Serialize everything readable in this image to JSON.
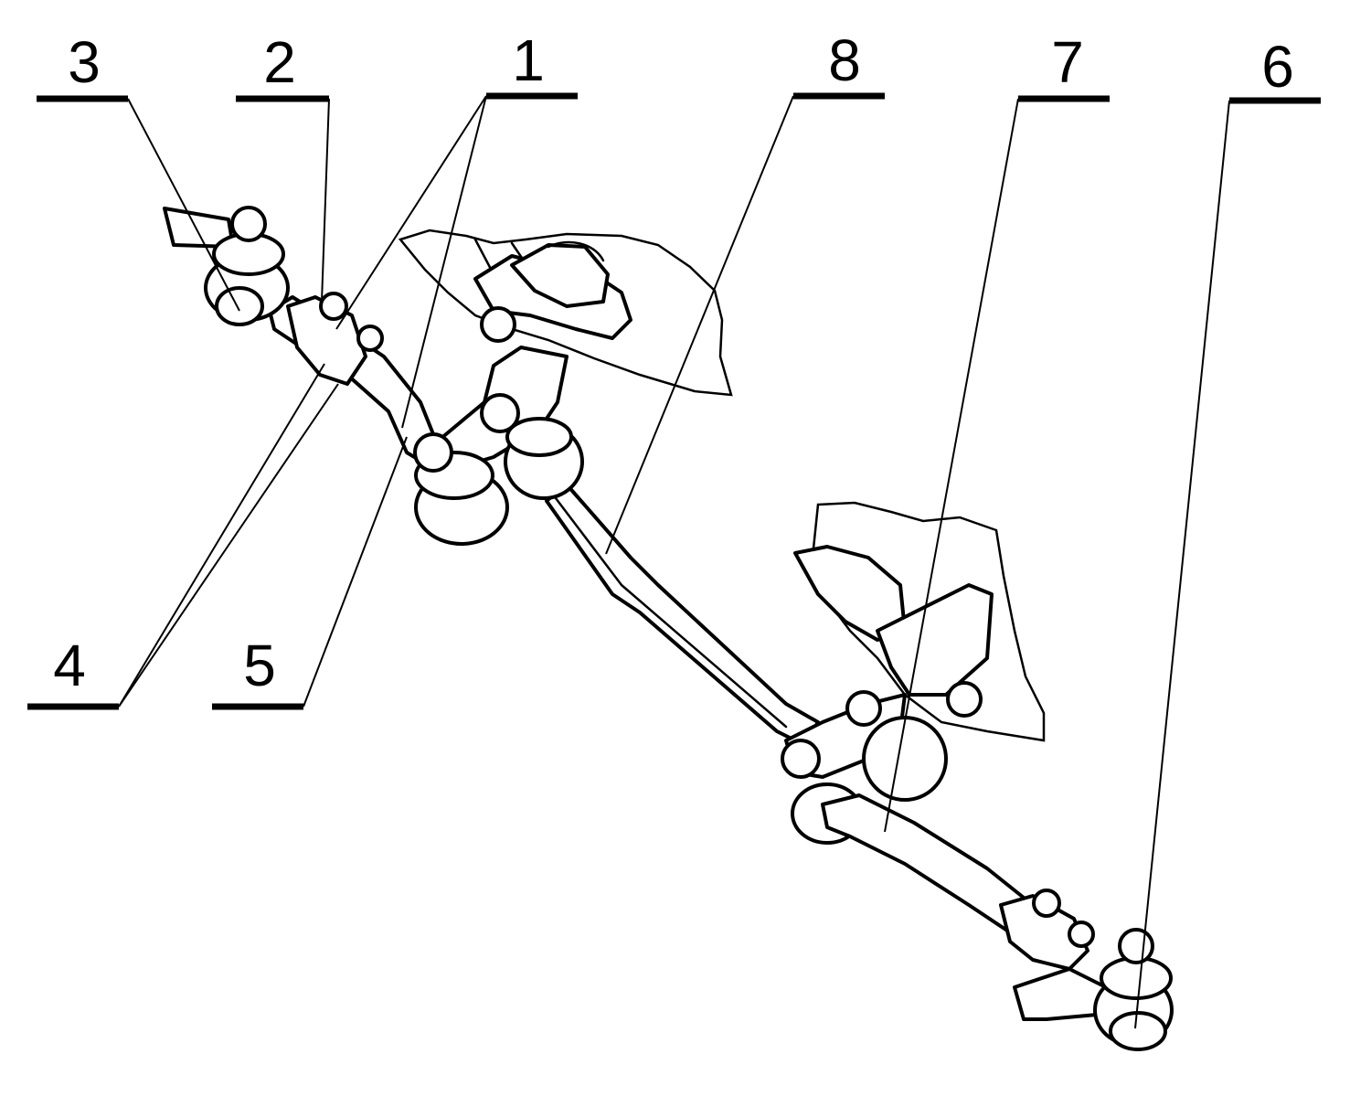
{
  "callouts": [
    {
      "id": "c1",
      "number": "1"
    },
    {
      "id": "c2",
      "number": "2"
    },
    {
      "id": "c3",
      "number": "3"
    },
    {
      "id": "c4",
      "number": "4"
    },
    {
      "id": "c5",
      "number": "5"
    },
    {
      "id": "c6",
      "number": "6"
    },
    {
      "id": "c7",
      "number": "7"
    },
    {
      "id": "c8",
      "number": "8"
    }
  ]
}
